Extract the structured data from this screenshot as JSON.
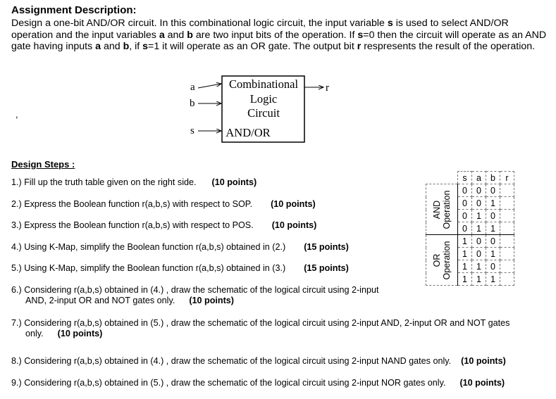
{
  "heading": "Assignment Description:",
  "description": {
    "p1": "Design a one-bit AND/OR circuit. In this combinational logic circuit, the input variable ",
    "v_s": "s",
    "p2": " is used to select AND/OR operation and the input variables ",
    "v_a": "a",
    "p3": " and ",
    "v_b": "b",
    "p4": " are two input bits of the operation. If ",
    "cond0": "s",
    "p5": "=0 then the circuit will operate as an AND gate having inputs ",
    "v_a2": "a",
    "p6": " and ",
    "v_b2": "b",
    "p7": ", if ",
    "cond1": "s",
    "p8": "=1 it will operate as an OR gate. The output bit ",
    "v_r": "r",
    "p9": " respresents the result of the operation."
  },
  "stray_mark": ",",
  "diagram": {
    "input_a": "a",
    "input_b": "b",
    "input_s": "s",
    "output_r": "r",
    "line1": "Combinational",
    "line2": "Logic",
    "line3": "Circuit",
    "line4": "AND/OR"
  },
  "steps_title": "Design Steps :",
  "steps": [
    {
      "text": "1.) Fill up the truth table given on the right side.",
      "points": "(10 points)"
    },
    {
      "text": "2.) Express the Boolean function r(a,b,s) with respect to SOP.",
      "points": "(10 points)"
    },
    {
      "text": "3.) Express the Boolean function r(a,b,s) with respect to POS.",
      "points": "(10 points)"
    },
    {
      "text": "4.) Using K-Map, simplify the Boolean function r(a,b,s) obtained in (2.)",
      "points": "(15 points)"
    },
    {
      "text": "5.) Using K-Map, simplify the Boolean function r(a,b,s) obtained in (3.)",
      "points": "(15 points)"
    },
    {
      "text": "6.) Considering r(a,b,s) obtained in (4.) , draw the schematic of the logical circuit using 2-input",
      "text2": "AND, 2-input OR and NOT gates only.",
      "points": "(10 points)"
    },
    {
      "text": "7.) Considering r(a,b,s) obtained in (5.) , draw the schematic of the logical circuit using 2-input AND, 2-input OR and NOT gates",
      "text2": "only.",
      "points": "(10 points)"
    },
    {
      "text": "8.) Considering r(a,b,s) obtained in (4.) , draw the schematic of the logical circuit using 2-input NAND gates only.",
      "points": "(10 points)"
    },
    {
      "text": "9.) Considering r(a,b,s) obtained in (5.) , draw the schematic of the logical circuit using 2-input NOR gates only.",
      "points": "(10 points)"
    }
  ],
  "truth_table": {
    "headers": [
      "s",
      "a",
      "b",
      "r"
    ],
    "group_and": [
      "AND",
      "Operation"
    ],
    "group_or": [
      "OR",
      "Operation"
    ],
    "rows": [
      [
        "0",
        "0",
        "0"
      ],
      [
        "0",
        "0",
        "1"
      ],
      [
        "0",
        "1",
        "0"
      ],
      [
        "0",
        "1",
        "1"
      ],
      [
        "1",
        "0",
        "0"
      ],
      [
        "1",
        "0",
        "1"
      ],
      [
        "1",
        "1",
        "0"
      ],
      [
        "1",
        "1",
        "1"
      ]
    ]
  }
}
